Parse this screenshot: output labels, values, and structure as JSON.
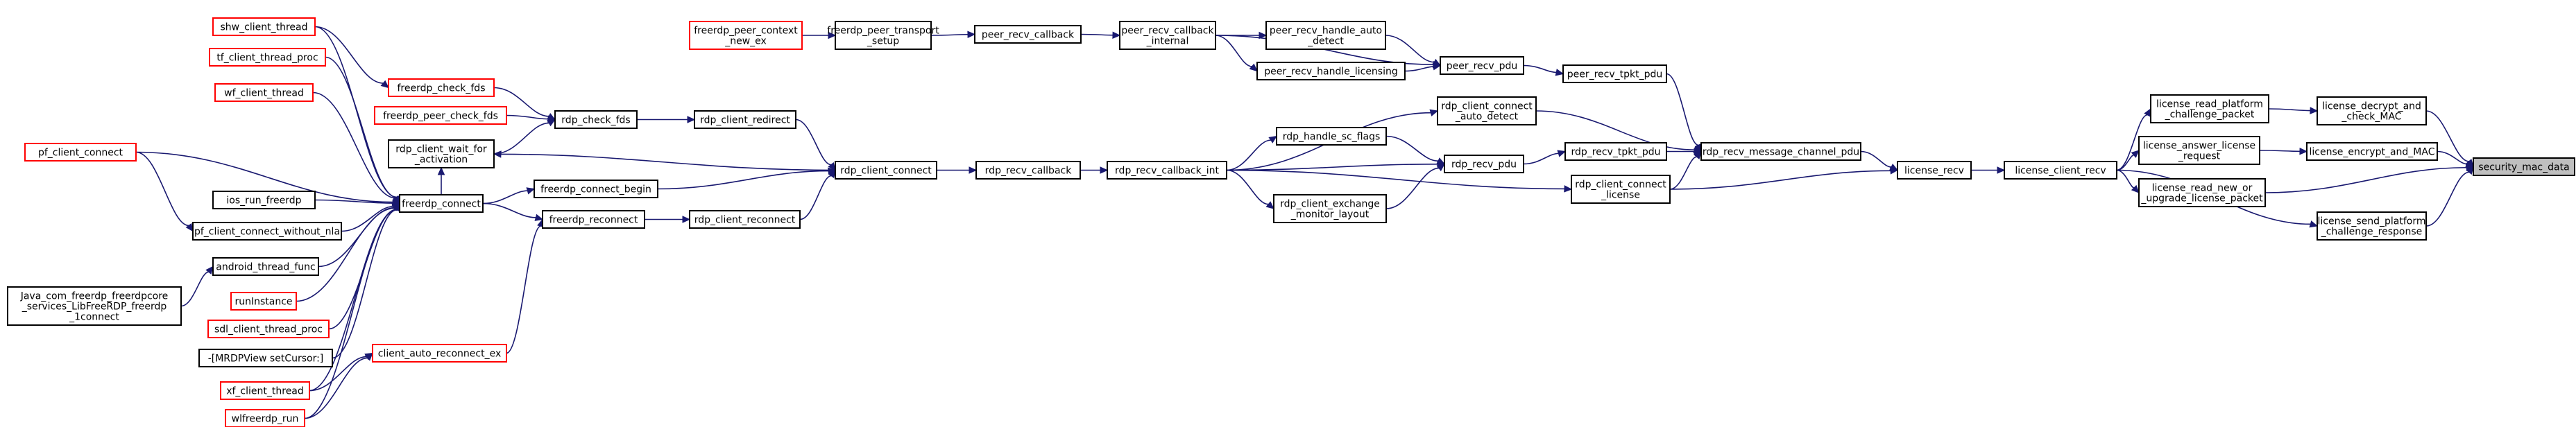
{
  "graph": {
    "type": "call-graph",
    "colors": {
      "edge": "#191970",
      "normal_border": "#000000",
      "truncated_border": "#ff0000",
      "root_fill": "#bfbfbf",
      "background": "#ffffff"
    },
    "nodes": [
      {
        "id": "security_mac_data",
        "lines": [
          "security_mac_data"
        ],
        "style": "root"
      },
      {
        "id": "license_decrypt_and_check_MAC",
        "lines": [
          "license_decrypt_and",
          "_check_MAC"
        ],
        "style": "normal"
      },
      {
        "id": "license_encrypt_and_MAC",
        "lines": [
          "license_encrypt_and_MAC"
        ],
        "style": "normal"
      },
      {
        "id": "license_send_platform_challenge_response",
        "lines": [
          "license_send_platform",
          "_challenge_response"
        ],
        "style": "normal"
      },
      {
        "id": "license_read_platform_challenge_packet",
        "lines": [
          "license_read_platform",
          "_challenge_packet"
        ],
        "style": "normal"
      },
      {
        "id": "license_answer_license_request",
        "lines": [
          "license_answer_license",
          "_request"
        ],
        "style": "normal"
      },
      {
        "id": "license_read_new_or_upgrade_license_packet",
        "lines": [
          "license_read_new_or",
          "_upgrade_license_packet"
        ],
        "style": "normal"
      },
      {
        "id": "license_client_recv",
        "lines": [
          "license_client_recv"
        ],
        "style": "normal"
      },
      {
        "id": "license_recv",
        "lines": [
          "license_recv"
        ],
        "style": "normal"
      },
      {
        "id": "rdp_recv_message_channel_pdu",
        "lines": [
          "rdp_recv_message_channel_pdu"
        ],
        "style": "normal"
      },
      {
        "id": "peer_recv_tpkt_pdu",
        "lines": [
          "peer_recv_tpkt_pdu"
        ],
        "style": "normal"
      },
      {
        "id": "rdp_client_connect_auto_detect",
        "lines": [
          "rdp_client_connect",
          "_auto_detect"
        ],
        "style": "normal"
      },
      {
        "id": "rdp_recv_tpkt_pdu",
        "lines": [
          "rdp_recv_tpkt_pdu"
        ],
        "style": "normal"
      },
      {
        "id": "rdp_client_connect_license",
        "lines": [
          "rdp_client_connect",
          "_license"
        ],
        "style": "normal"
      },
      {
        "id": "peer_recv_pdu",
        "lines": [
          "peer_recv_pdu"
        ],
        "style": "normal"
      },
      {
        "id": "rdp_recv_pdu",
        "lines": [
          "rdp_recv_pdu"
        ],
        "style": "normal"
      },
      {
        "id": "peer_recv_callback_internal",
        "lines": [
          "peer_recv_callback",
          "_internal"
        ],
        "style": "normal"
      },
      {
        "id": "peer_recv_handle_auto_detect",
        "lines": [
          "peer_recv_handle_auto",
          "_detect"
        ],
        "style": "normal"
      },
      {
        "id": "peer_recv_handle_licensing",
        "lines": [
          "peer_recv_handle_licensing"
        ],
        "style": "normal"
      },
      {
        "id": "rdp_handle_sc_flags",
        "lines": [
          "rdp_handle_sc_flags"
        ],
        "style": "normal"
      },
      {
        "id": "rdp_client_exchange_monitor_layout",
        "lines": [
          "rdp_client_exchange",
          "_monitor_layout"
        ],
        "style": "normal"
      },
      {
        "id": "rdp_recv_callback_int",
        "lines": [
          "rdp_recv_callback_int"
        ],
        "style": "normal"
      },
      {
        "id": "peer_recv_callback",
        "lines": [
          "peer_recv_callback"
        ],
        "style": "normal"
      },
      {
        "id": "freerdp_peer_transport_setup",
        "lines": [
          "freerdp_peer_transport",
          "_setup"
        ],
        "style": "normal"
      },
      {
        "id": "freerdp_peer_context_new_ex",
        "lines": [
          "freerdp_peer_context",
          "_new_ex"
        ],
        "style": "truncated"
      },
      {
        "id": "rdp_recv_callback",
        "lines": [
          "rdp_recv_callback"
        ],
        "style": "normal"
      },
      {
        "id": "rdp_client_connect",
        "lines": [
          "rdp_client_connect"
        ],
        "style": "normal"
      },
      {
        "id": "rdp_client_redirect",
        "lines": [
          "rdp_client_redirect"
        ],
        "style": "normal"
      },
      {
        "id": "rdp_client_reconnect",
        "lines": [
          "rdp_client_reconnect"
        ],
        "style": "normal"
      },
      {
        "id": "rdp_check_fds",
        "lines": [
          "rdp_check_fds"
        ],
        "style": "normal"
      },
      {
        "id": "freerdp_check_fds",
        "lines": [
          "freerdp_check_fds"
        ],
        "style": "truncated"
      },
      {
        "id": "freerdp_peer_check_fds",
        "lines": [
          "freerdp_peer_check_fds"
        ],
        "style": "truncated"
      },
      {
        "id": "rdp_client_wait_for_activation",
        "lines": [
          "rdp_client_wait_for",
          "_activation"
        ],
        "style": "normal"
      },
      {
        "id": "freerdp_connect_begin",
        "lines": [
          "freerdp_connect_begin"
        ],
        "style": "normal"
      },
      {
        "id": "freerdp_reconnect",
        "lines": [
          "freerdp_reconnect"
        ],
        "style": "normal"
      },
      {
        "id": "freerdp_connect",
        "lines": [
          "freerdp_connect"
        ],
        "style": "normal"
      },
      {
        "id": "client_auto_reconnect_ex",
        "lines": [
          "client_auto_reconnect_ex"
        ],
        "style": "truncated"
      },
      {
        "id": "shw_client_thread",
        "lines": [
          "shw_client_thread"
        ],
        "style": "truncated"
      },
      {
        "id": "tf_client_thread_proc",
        "lines": [
          "tf_client_thread_proc"
        ],
        "style": "truncated"
      },
      {
        "id": "wf_client_thread",
        "lines": [
          "wf_client_thread"
        ],
        "style": "truncated"
      },
      {
        "id": "pf_client_connect",
        "lines": [
          "pf_client_connect"
        ],
        "style": "truncated"
      },
      {
        "id": "ios_run_freerdp",
        "lines": [
          "ios_run_freerdp"
        ],
        "style": "normal"
      },
      {
        "id": "pf_client_connect_without_nla",
        "lines": [
          "pf_client_connect_without_nla"
        ],
        "style": "normal"
      },
      {
        "id": "java_com_freerdp",
        "lines": [
          "Java_com_freerdp_freerdpcore",
          "_services_LibFreeRDP_freerdp",
          "_1connect"
        ],
        "style": "normal"
      },
      {
        "id": "android_thread_func",
        "lines": [
          "android_thread_func"
        ],
        "style": "normal"
      },
      {
        "id": "runInstance",
        "lines": [
          "runInstance"
        ],
        "style": "truncated"
      },
      {
        "id": "sdl_client_thread_proc",
        "lines": [
          "sdl_client_thread_proc"
        ],
        "style": "truncated"
      },
      {
        "id": "mrdpview_setcursor",
        "lines": [
          "-[MRDPView setCursor:]"
        ],
        "style": "normal"
      },
      {
        "id": "xf_client_thread",
        "lines": [
          "xf_client_thread"
        ],
        "style": "truncated"
      },
      {
        "id": "wlfreerdp_run",
        "lines": [
          "wlfreerdp_run"
        ],
        "style": "truncated"
      }
    ],
    "edges": [
      {
        "from": "license_decrypt_and_check_MAC",
        "to": "security_mac_data"
      },
      {
        "from": "license_encrypt_and_MAC",
        "to": "security_mac_data"
      },
      {
        "from": "license_read_new_or_upgrade_license_packet",
        "to": "security_mac_data"
      },
      {
        "from": "license_send_platform_challenge_response",
        "to": "security_mac_data"
      },
      {
        "from": "license_read_platform_challenge_packet",
        "to": "license_decrypt_and_check_MAC"
      },
      {
        "from": "license_answer_license_request",
        "to": "license_encrypt_and_MAC"
      },
      {
        "from": "license_client_recv",
        "to": "license_read_platform_challenge_packet"
      },
      {
        "from": "license_client_recv",
        "to": "license_answer_license_request"
      },
      {
        "from": "license_client_recv",
        "to": "license_read_new_or_upgrade_license_packet"
      },
      {
        "from": "license_client_recv",
        "to": "license_send_platform_challenge_response"
      },
      {
        "from": "license_recv",
        "to": "license_client_recv"
      },
      {
        "from": "rdp_recv_message_channel_pdu",
        "to": "license_recv"
      },
      {
        "from": "rdp_client_connect_license",
        "to": "license_recv"
      },
      {
        "from": "peer_recv_tpkt_pdu",
        "to": "rdp_recv_message_channel_pdu"
      },
      {
        "from": "rdp_client_connect_auto_detect",
        "to": "rdp_recv_message_channel_pdu"
      },
      {
        "from": "rdp_recv_tpkt_pdu",
        "to": "rdp_recv_message_channel_pdu"
      },
      {
        "from": "rdp_client_connect_license",
        "to": "rdp_recv_message_channel_pdu"
      },
      {
        "from": "peer_recv_pdu",
        "to": "peer_recv_tpkt_pdu"
      },
      {
        "from": "rdp_recv_pdu",
        "to": "rdp_recv_tpkt_pdu"
      },
      {
        "from": "peer_recv_callback_internal",
        "to": "peer_recv_pdu"
      },
      {
        "from": "peer_recv_handle_auto_detect",
        "to": "peer_recv_pdu"
      },
      {
        "from": "peer_recv_handle_licensing",
        "to": "peer_recv_pdu"
      },
      {
        "from": "peer_recv_callback_internal",
        "to": "peer_recv_handle_auto_detect"
      },
      {
        "from": "peer_recv_callback_internal",
        "to": "peer_recv_handle_licensing"
      },
      {
        "from": "peer_recv_callback",
        "to": "peer_recv_callback_internal"
      },
      {
        "from": "freerdp_peer_transport_setup",
        "to": "peer_recv_callback"
      },
      {
        "from": "freerdp_peer_context_new_ex",
        "to": "freerdp_peer_transport_setup"
      },
      {
        "from": "rdp_recv_callback_int",
        "to": "rdp_client_connect_auto_detect"
      },
      {
        "from": "rdp_recv_callback_int",
        "to": "rdp_handle_sc_flags"
      },
      {
        "from": "rdp_recv_callback_int",
        "to": "rdp_recv_pdu"
      },
      {
        "from": "rdp_recv_callback_int",
        "to": "rdp_client_exchange_monitor_layout"
      },
      {
        "from": "rdp_recv_callback_int",
        "to": "rdp_client_connect_license"
      },
      {
        "from": "rdp_handle_sc_flags",
        "to": "rdp_recv_pdu"
      },
      {
        "from": "rdp_client_exchange_monitor_layout",
        "to": "rdp_recv_pdu"
      },
      {
        "from": "rdp_recv_callback",
        "to": "rdp_recv_callback_int"
      },
      {
        "from": "rdp_client_connect",
        "to": "rdp_recv_callback"
      },
      {
        "from": "rdp_client_connect",
        "to": "rdp_client_wait_for_activation"
      },
      {
        "from": "rdp_client_redirect",
        "to": "rdp_client_connect"
      },
      {
        "from": "rdp_client_reconnect",
        "to": "rdp_client_connect"
      },
      {
        "from": "freerdp_connect_begin",
        "to": "rdp_client_connect"
      },
      {
        "from": "rdp_check_fds",
        "to": "rdp_client_redirect"
      },
      {
        "from": "freerdp_check_fds",
        "to": "rdp_check_fds"
      },
      {
        "from": "freerdp_peer_check_fds",
        "to": "rdp_check_fds"
      },
      {
        "from": "rdp_client_wait_for_activation",
        "to": "rdp_check_fds"
      },
      {
        "from": "freerdp_reconnect",
        "to": "rdp_client_reconnect"
      },
      {
        "from": "freerdp_connect",
        "to": "freerdp_connect_begin"
      },
      {
        "from": "freerdp_connect",
        "to": "rdp_client_wait_for_activation"
      },
      {
        "from": "freerdp_connect",
        "to": "freerdp_reconnect"
      },
      {
        "from": "client_auto_reconnect_ex",
        "to": "freerdp_reconnect"
      },
      {
        "from": "shw_client_thread",
        "to": "freerdp_check_fds"
      },
      {
        "from": "shw_client_thread",
        "to": "freerdp_connect"
      },
      {
        "from": "tf_client_thread_proc",
        "to": "freerdp_connect"
      },
      {
        "from": "wf_client_thread",
        "to": "freerdp_connect"
      },
      {
        "from": "pf_client_connect",
        "to": "freerdp_connect"
      },
      {
        "from": "pf_client_connect",
        "to": "pf_client_connect_without_nla"
      },
      {
        "from": "ios_run_freerdp",
        "to": "freerdp_connect"
      },
      {
        "from": "pf_client_connect_without_nla",
        "to": "freerdp_connect"
      },
      {
        "from": "android_thread_func",
        "to": "freerdp_connect"
      },
      {
        "from": "java_com_freerdp",
        "to": "android_thread_func"
      },
      {
        "from": "runInstance",
        "to": "freerdp_connect"
      },
      {
        "from": "sdl_client_thread_proc",
        "to": "freerdp_connect"
      },
      {
        "from": "mrdpview_setcursor",
        "to": "freerdp_connect"
      },
      {
        "from": "xf_client_thread",
        "to": "freerdp_connect"
      },
      {
        "from": "xf_client_thread",
        "to": "client_auto_reconnect_ex"
      },
      {
        "from": "wlfreerdp_run",
        "to": "freerdp_connect"
      },
      {
        "from": "wlfreerdp_run",
        "to": "client_auto_reconnect_ex"
      }
    ]
  }
}
